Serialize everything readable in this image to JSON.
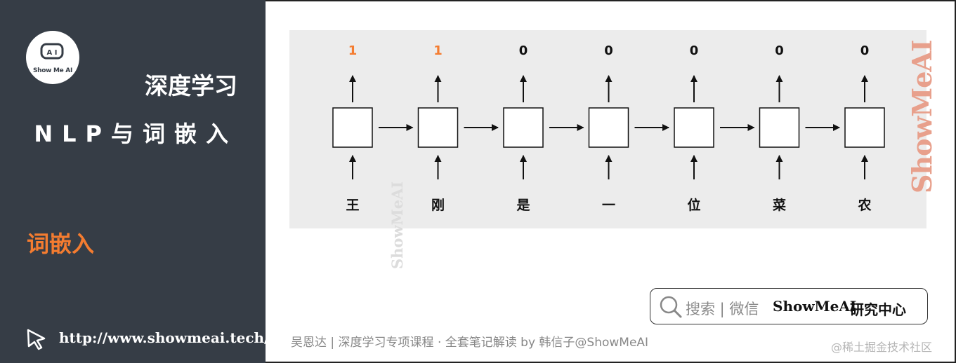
{
  "logo": {
    "text": "Show Me AI",
    "face_text": "A I"
  },
  "sidebar": {
    "course_title": "深度学习",
    "course_subtitle": "NLP与词嵌入",
    "section_title": "词嵌入",
    "url": "http://www.showmeai.tech/"
  },
  "diagram": {
    "outputs": [
      "1",
      "1",
      "0",
      "0",
      "0",
      "0",
      "0"
    ],
    "inputs": [
      "王",
      "刚",
      "是",
      "一",
      "位",
      "菜",
      "农"
    ],
    "highlight_color": "#f47c30",
    "default_color": "#111111"
  },
  "watermarks": {
    "right": "ShowMeAI",
    "middle": "ShowMeAI",
    "corner": "@稀土掘金技术社区"
  },
  "search": {
    "hint": "搜索 | 微信",
    "brand": "ShowMeAI",
    "brand_suffix": "研究中心"
  },
  "footer": {
    "credit": "吴恩达 | 深度学习专项课程 · 全套笔记解读  by 韩信子@ShowMeAI"
  }
}
